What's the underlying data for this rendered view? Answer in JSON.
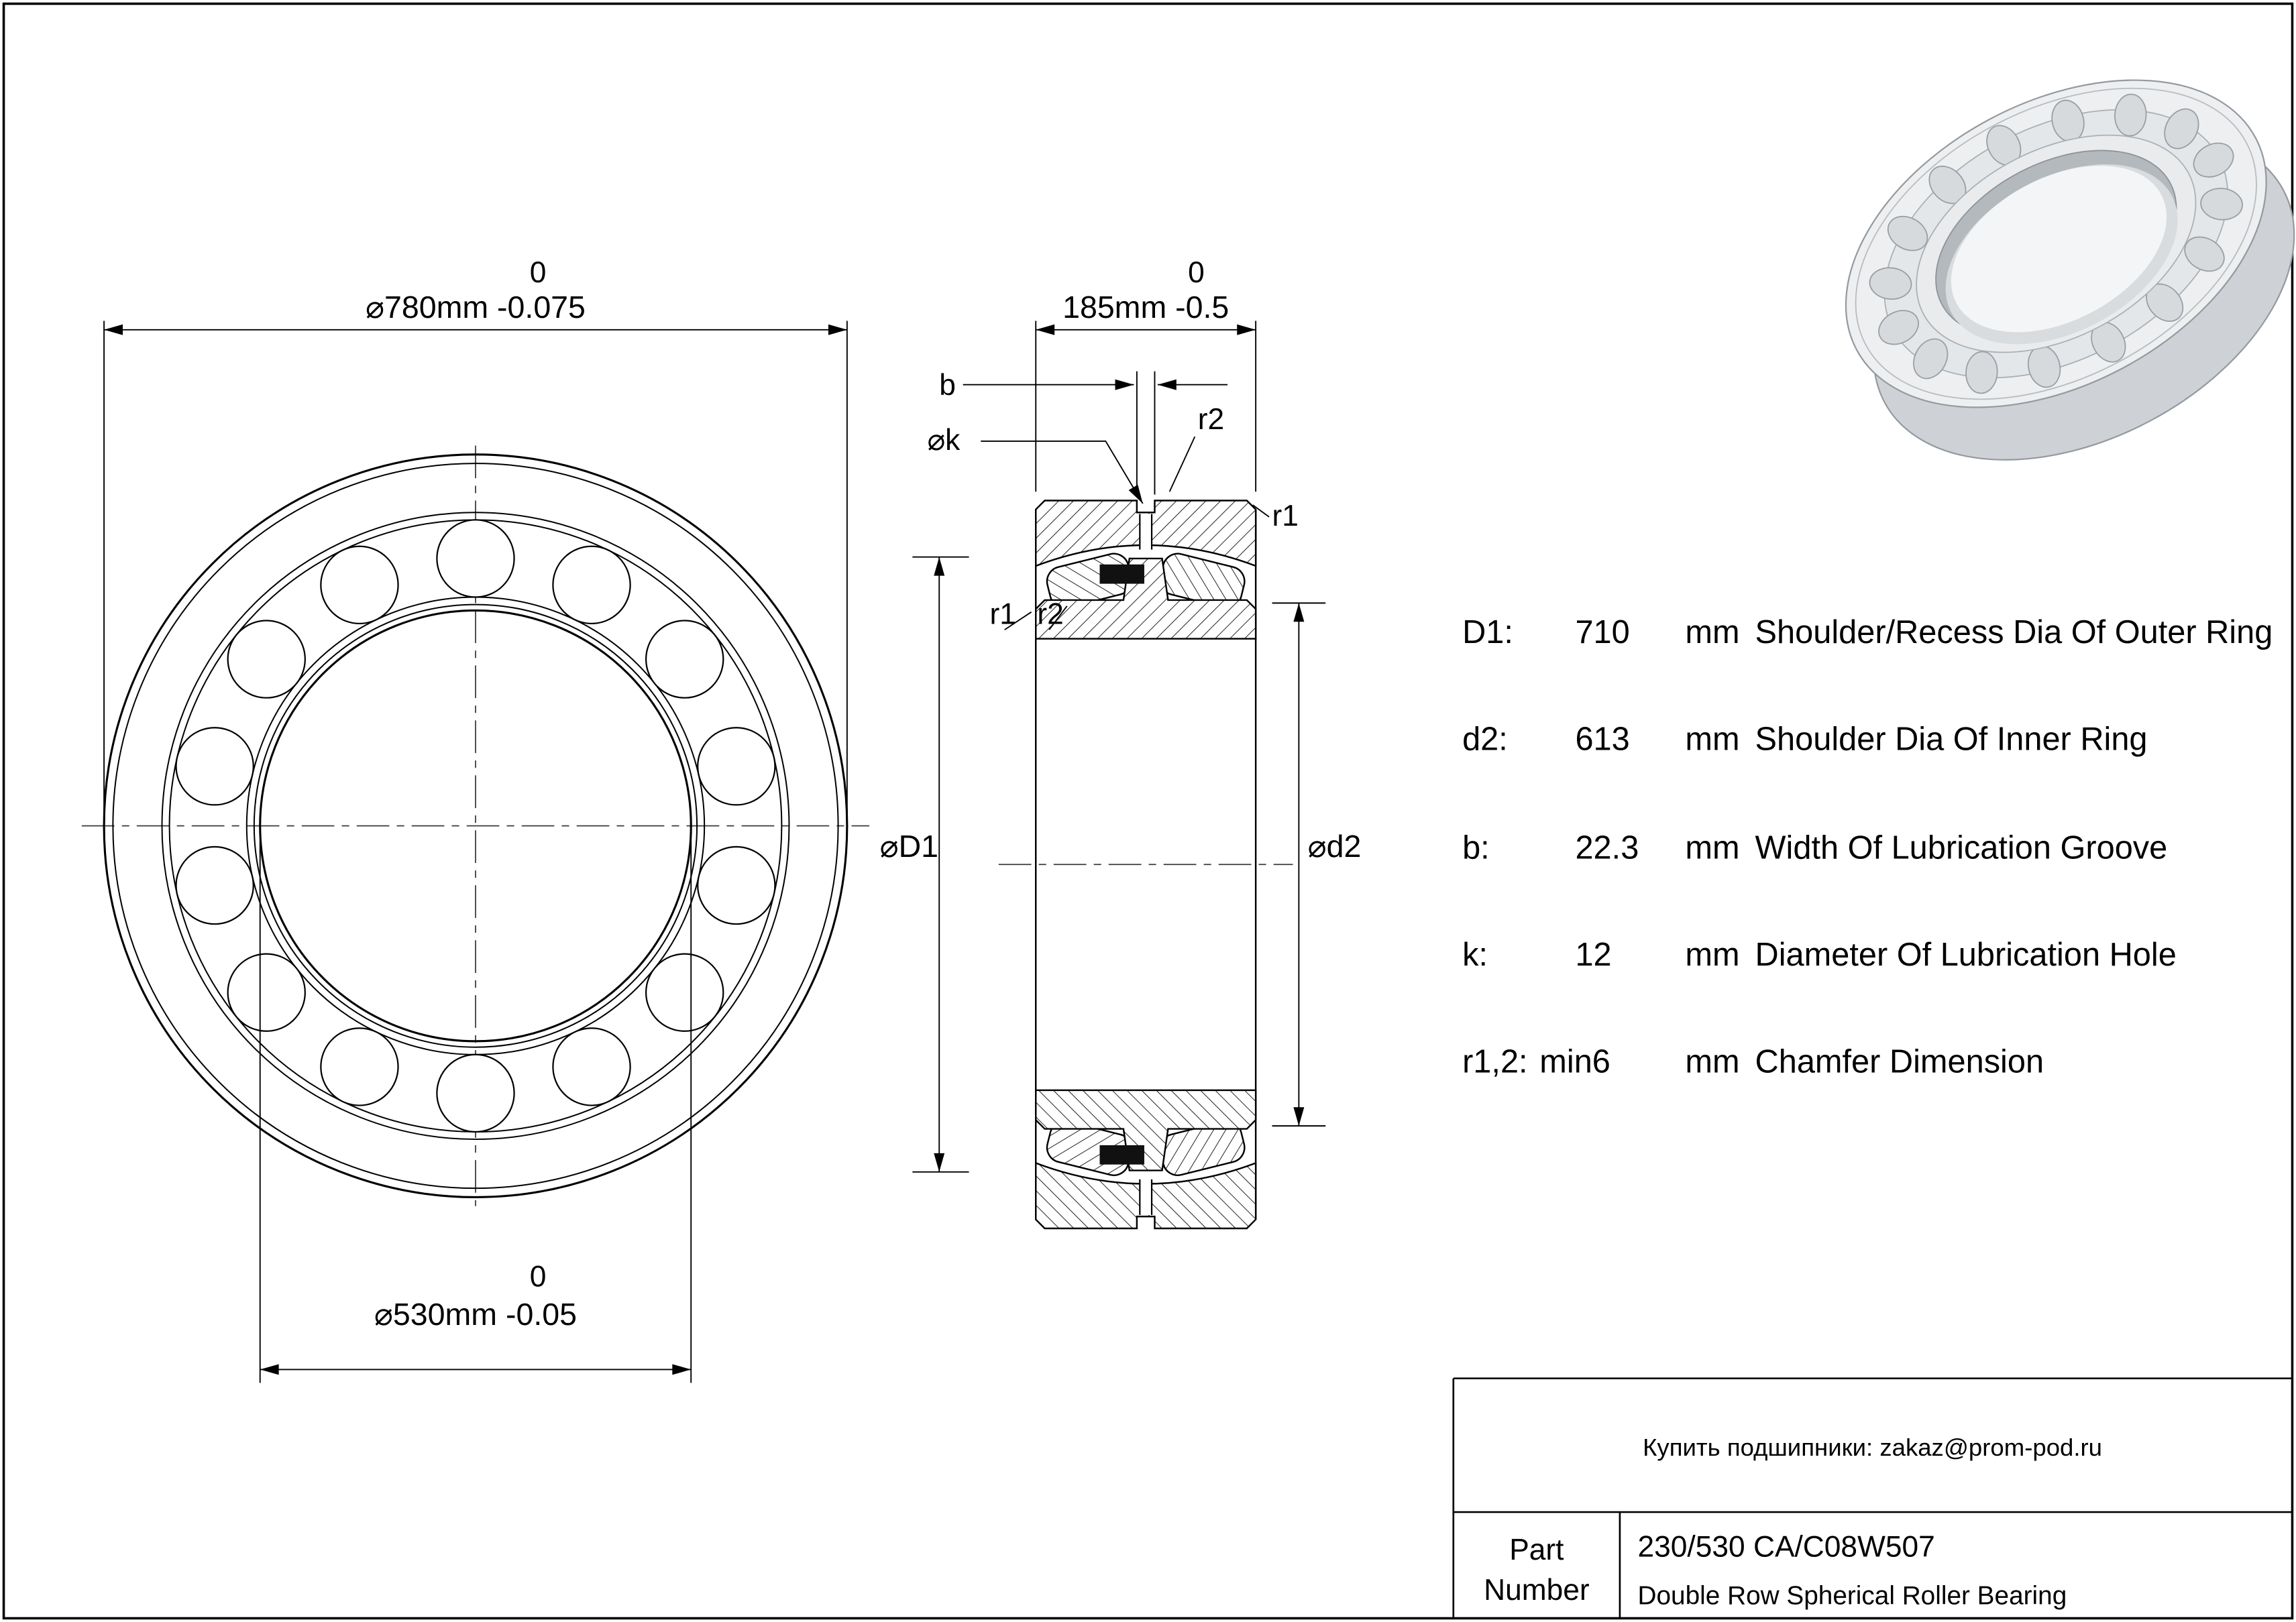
{
  "front_view": {
    "dim_outer": {
      "text": "⌀780mm -0.075",
      "upper_tol": "0"
    },
    "dim_bore": {
      "text": "⌀530mm -0.05",
      "upper_tol": "0"
    }
  },
  "section_view": {
    "dim_width": {
      "text": "185mm -0.5",
      "upper_tol": "0"
    },
    "labels": {
      "b": "b",
      "k": "⌀k",
      "r2_groove": "r2",
      "r1_outer": "r1",
      "r1_inner": "r1",
      "r2_inner": "r2",
      "d1": "⌀D1",
      "d2": "⌀d2"
    }
  },
  "spec_table": {
    "rows": [
      {
        "symbol": "D1:",
        "value": "710",
        "unit": "mm",
        "description": "Shoulder/Recess Dia Of Outer Ring"
      },
      {
        "symbol": "d2:",
        "value": "613",
        "unit": "mm",
        "description": "Shoulder Dia Of Inner Ring"
      },
      {
        "symbol": "b:",
        "value": "22.3",
        "unit": "mm",
        "description": "Width Of Lubrication Groove"
      },
      {
        "symbol": "k:",
        "value": "12",
        "unit": "mm",
        "description": "Diameter Of Lubrication Hole"
      },
      {
        "symbol": "r1,2:",
        "value": "min6",
        "unit": "mm",
        "description": "Chamfer Dimension"
      }
    ]
  },
  "title_block": {
    "contact": "Купить подшипники: zakaz@prom-pod.ru",
    "part_label_line1": "Part",
    "part_label_line2": "Number",
    "part_number": "230/530 CA/C08W507",
    "part_description": "Double Row Spherical Roller Bearing"
  },
  "colors": {
    "line": "#000000",
    "background": "#ffffff",
    "render_gray": "#edeff1"
  }
}
